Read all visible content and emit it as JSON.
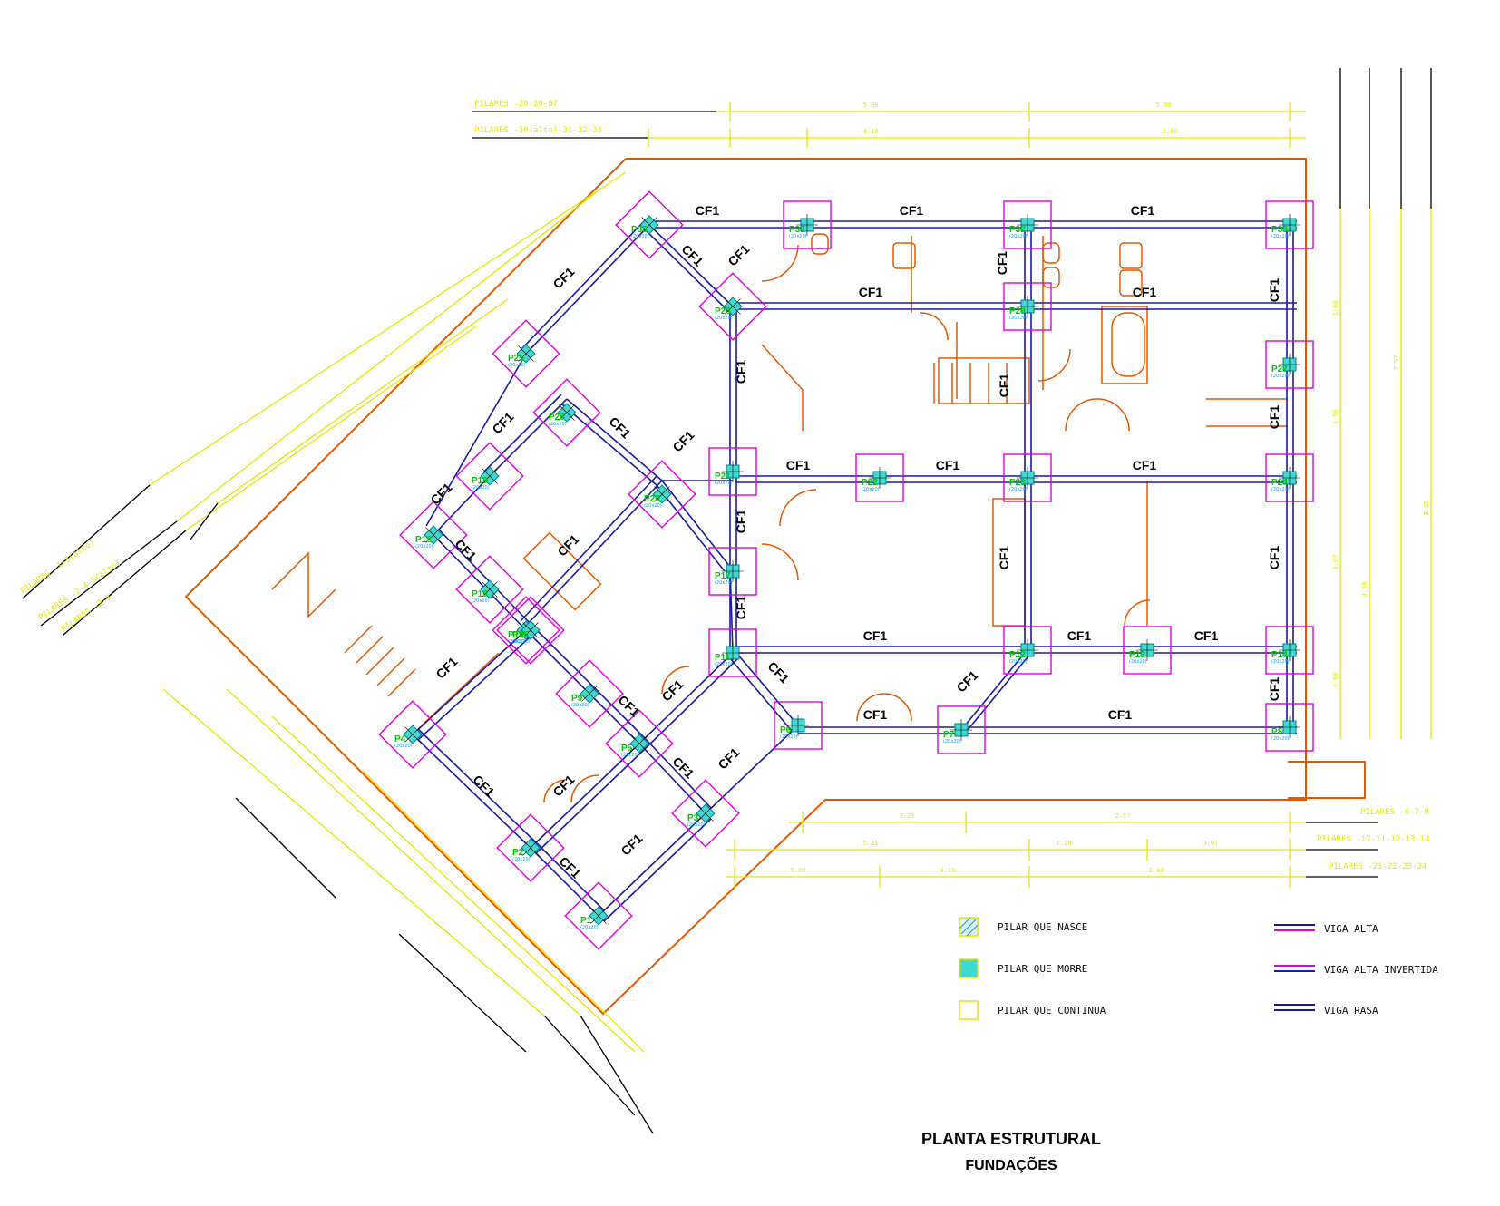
{
  "title": "PLANTA ESTRUTURAL",
  "subtitle": "FUNDAÇÕES",
  "beam_label": "CF1",
  "pillar_labels": [
    "P1",
    "P2",
    "P3",
    "P4",
    "P5",
    "P6",
    "P7",
    "P8",
    "P9",
    "P10",
    "P11",
    "P12",
    "P13",
    "P14",
    "P15",
    "P16",
    "P17",
    "P18",
    "P19",
    "P20",
    "P21",
    "P22",
    "P23",
    "P24",
    "P25",
    "P26",
    "P27",
    "P28",
    "P29",
    "P30",
    "P31",
    "P32",
    "P33"
  ],
  "pillar_size_label": "(20x20)",
  "dimension_headers": [
    "PILARES -29-29-07",
    "PILARES -30(alto)-31-32-33",
    "PILARES -6-7-8",
    "PILARES -17-11-12-13-14",
    "PILARES -21-22-23-24",
    "PILARES -1-5(alto)",
    "PILARES -2-4-5(alto)",
    "PILARES -2-3"
  ],
  "dimension_values": [
    "5.00",
    "4.10",
    "2.40",
    "3.25",
    "2.57",
    "5.21",
    "0.20",
    "3.07",
    "1.60",
    "3.50"
  ],
  "legend": [
    {
      "id": "nasce",
      "label": "PILAR QUE NASCE"
    },
    {
      "id": "morre",
      "label": "PILAR QUE MORRE"
    },
    {
      "id": "continua",
      "label": "PILAR QUE CONTINUA"
    },
    {
      "id": "viga-alta",
      "label": "VIGA ALTA"
    },
    {
      "id": "viga-invertida",
      "label": "VIGA ALTA INVERTIDA"
    },
    {
      "id": "viga-rasa",
      "label": "VIGA RASA"
    }
  ],
  "colors": {
    "beam": "#1a1aa0",
    "wall": "#e05a00",
    "pillar_box": "#e000e0",
    "pillar_fill": "#40d8d0",
    "dimension": "#e6e600",
    "dim_leader": "#000000"
  }
}
